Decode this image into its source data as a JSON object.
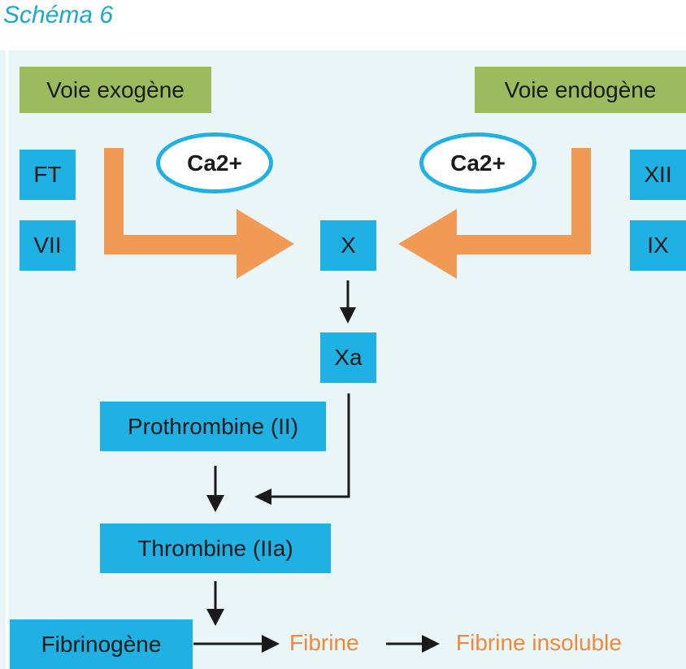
{
  "title": "Schéma 6",
  "boxes": {
    "voie_exogene": "Voie exogène",
    "voie_endogene": "Voie endogène",
    "ft": "FT",
    "vii": "VII",
    "xii": "XII",
    "ix": "IX",
    "x": "X",
    "xa": "Xa",
    "prothrombine": "Prothrombine (II)",
    "thrombine": "Thrombine (IIa)",
    "fibrinogene": "Fibrinogène"
  },
  "cofactors": {
    "left": "Ca2+",
    "right": "Ca2+"
  },
  "products": {
    "fibrine": "Fibrine",
    "fibrine_insoluble": "Fibrine insoluble"
  },
  "colors": {
    "title": "#1ea7cc",
    "green_box": "#9cbb5e",
    "blue_box": "#1fb1e3",
    "orange_arrow": "#f19a55",
    "orange_text": "#ee8a3a",
    "background": "#eaf5f8"
  }
}
